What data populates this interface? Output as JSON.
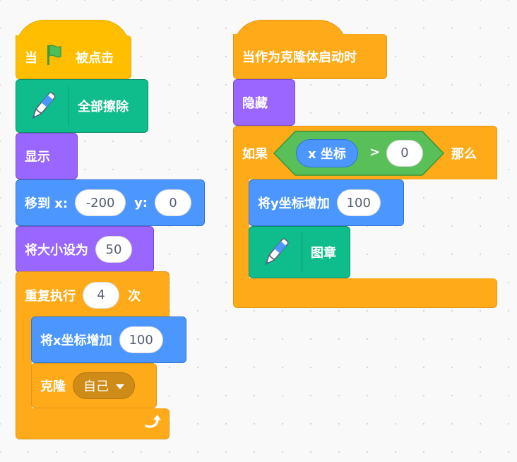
{
  "left_script": {
    "when_flag": {
      "prefix": "当",
      "suffix": "被点击",
      "icon": "green-flag-icon"
    },
    "clear": {
      "label": "全部擦除",
      "icon": "pen-icon"
    },
    "show": {
      "label": "显示"
    },
    "goto": {
      "label": "移到 x:",
      "x_value": "-200",
      "y_label": "y:",
      "y_value": "0"
    },
    "set_size": {
      "label": "将大小设为",
      "value": "50"
    },
    "repeat": {
      "label": "重复执行",
      "count": "4",
      "suffix": "次",
      "loop_icon": "loop-arrow-icon"
    },
    "change_x": {
      "label": "将x坐标增加",
      "value": "100"
    },
    "create_clone": {
      "label": "克隆",
      "option": "自己",
      "icon": "dropdown-caret-icon"
    }
  },
  "right_script": {
    "clone_hat": {
      "label": "当作为克隆体启动时"
    },
    "hide": {
      "label": "隐藏"
    },
    "if_block": {
      "label": "如果",
      "then": "那么",
      "condition": {
        "reporter": "x 坐标",
        "operator": ">",
        "value": "0"
      }
    },
    "change_y": {
      "label": "将y坐标增加",
      "value": "100"
    },
    "stamp": {
      "label": "图章",
      "icon": "pen-icon"
    }
  },
  "colors": {
    "events": "#ffbf00",
    "control": "#ffab19",
    "looks": "#9966ff",
    "motion": "#4c97ff",
    "pen": "#0fbd8c",
    "operators": "#59c059",
    "canvas": "#f9f9f9"
  }
}
